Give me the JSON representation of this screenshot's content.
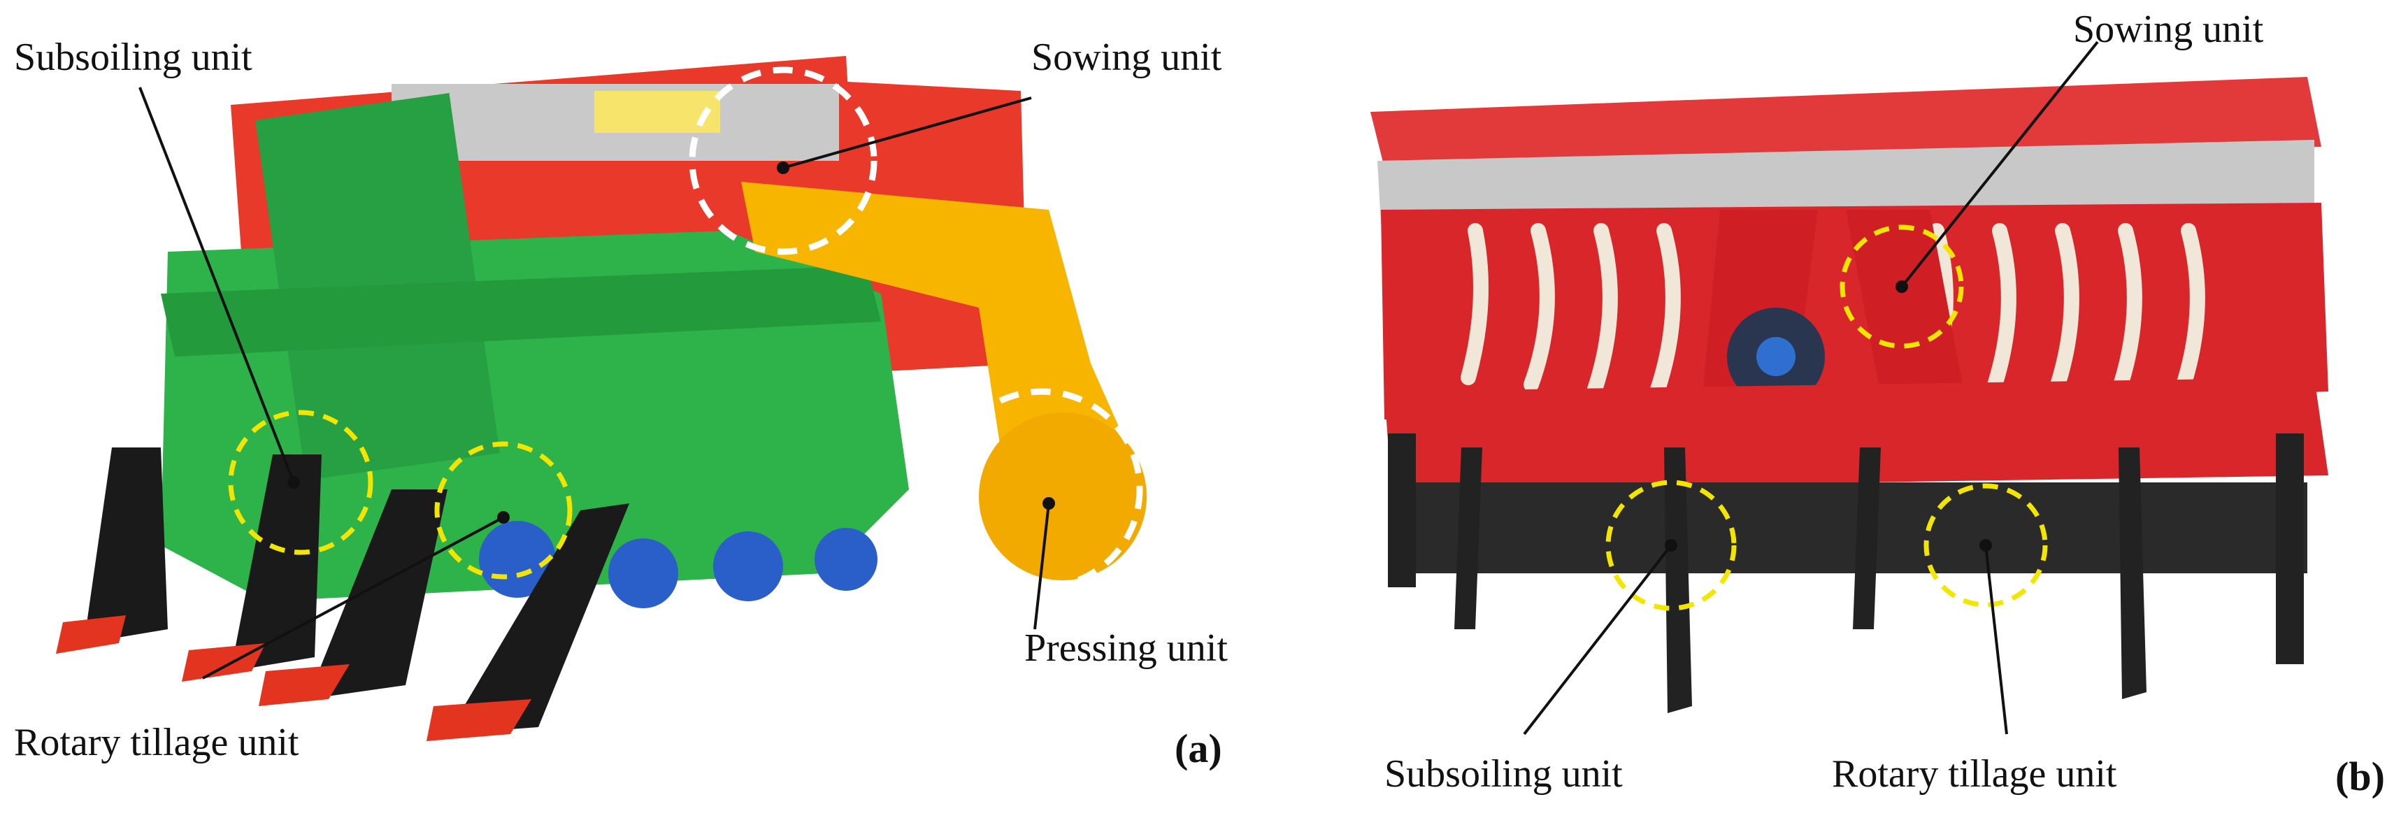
{
  "panels": [
    {
      "panel_label": "(a)",
      "callouts": {
        "subsoiling": "Subsoiling unit",
        "sowing": "Sowing unit",
        "pressing": "Pressing unit",
        "rotary": "Rotary tillage unit"
      },
      "colors": {
        "frame": "#2db34a",
        "hopper": "#e8392a",
        "press_arm": "#f7b500",
        "shank": "#1a1a1a",
        "tip": "#e2341f",
        "highlight_circle": "#ffffff"
      }
    },
    {
      "panel_label": "(b)",
      "callouts": {
        "sowing": "Sowing unit",
        "subsoiling": "Subsoiling unit",
        "rotary": "Rotary tillage unit"
      },
      "colors": {
        "body": "#d9262b",
        "hopper_top": "#e23a3a",
        "shank": "#222222",
        "tube": "#f1e7d8",
        "highlight_circle": "#f2e600"
      }
    }
  ]
}
